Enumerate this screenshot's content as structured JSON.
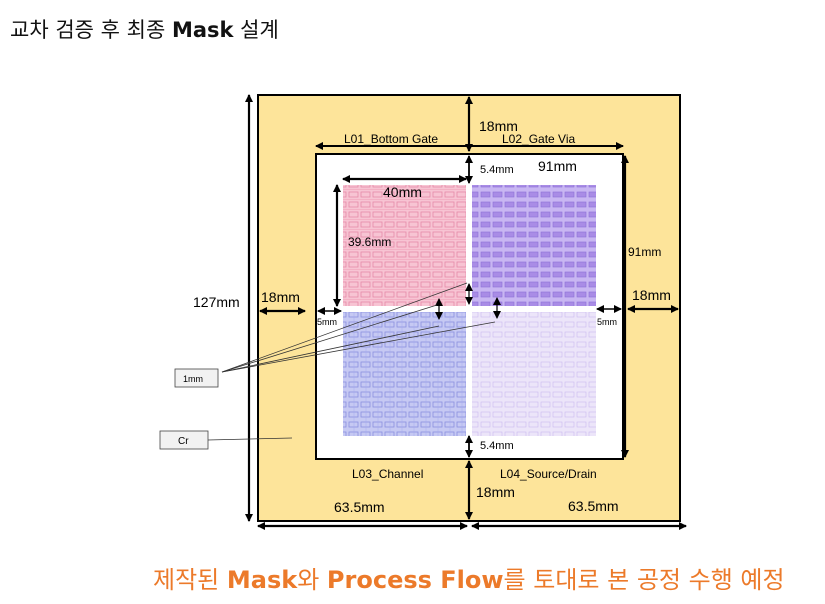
{
  "title": {
    "prefix": "교차 검증 후 최종 ",
    "bold": "Mask",
    "suffix": " 설계"
  },
  "caption": {
    "p1": "제작된 ",
    "b1": "Mask",
    "p2": "와 ",
    "b2": "Process Flow",
    "p3": "를 토대로 본 공정 수행 예정"
  },
  "colors": {
    "outer_fill": "#fde49a",
    "inner_fill": "#ffffff",
    "caption": "#ec7a2a",
    "layer_pink": "#f7b7c9",
    "layer_purple": "#b9a6ee",
    "layer_blue": "#b4b8ee",
    "layer_lavender": "#e6ddf7"
  },
  "dims": {
    "outer_height": "127mm",
    "top_margin": "18mm",
    "bottom_margin": "18mm",
    "left_margin": "18mm",
    "right_margin": "18mm",
    "inner_width": "91mm",
    "inner_height": "91mm",
    "chip_width": "40mm",
    "chip_height": "39.6mm",
    "top_gap": "5.4mm",
    "bottom_gap": "5.4mm",
    "left_gap": "5mm",
    "right_gap": "5mm",
    "half_left": "63.5mm",
    "half_right": "63.5mm"
  },
  "layers": {
    "l01": "L01_Bottom Gate",
    "l02": "L02_Gate Via",
    "l03": "L03_Channel",
    "l04": "L04_Source/Drain"
  },
  "callouts": {
    "gap": "1mm",
    "material": "Cr"
  }
}
